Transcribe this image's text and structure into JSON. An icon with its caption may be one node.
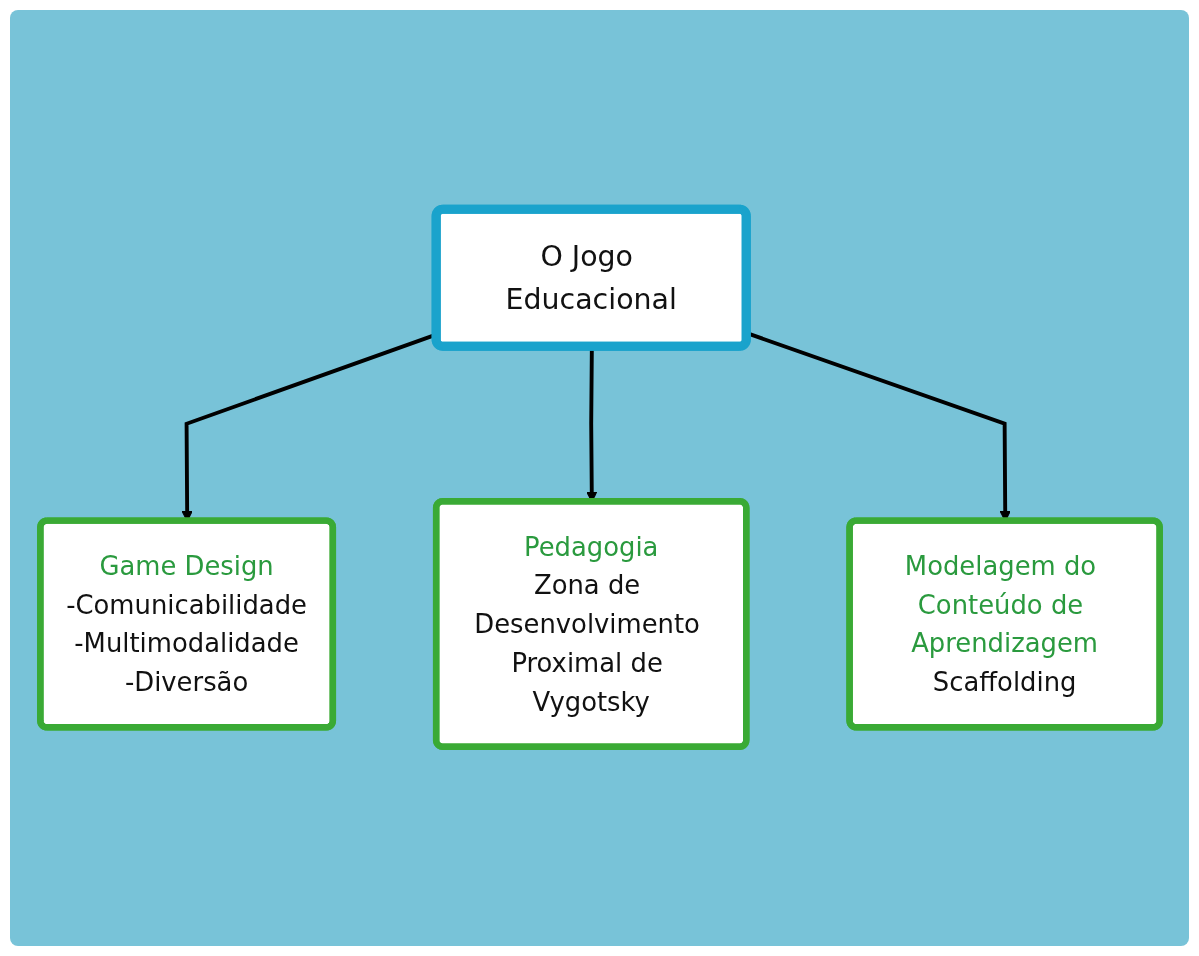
{
  "diagram": {
    "nodes": [
      {
        "text": [
          "O Jogo Educacional"
        ]
      },
      {
        "text": [
          "Game Design",
          "-Comunicabilidade",
          "-Multimodalidade",
          "-Diversão"
        ]
      },
      {
        "text": [
          "Modelagem do Conteúdo de Aprendizagem",
          "Scaffolding"
        ]
      },
      {
        "text": [
          "Pedagogia",
          "Zona de Desenvolvimento Proximal de Vygotsky"
        ]
      }
    ],
    "edges": [
      {
        "from": 0,
        "to": 1,
        "arrow": "to"
      },
      {
        "from": 0,
        "to": 3,
        "arrow": "to"
      },
      {
        "from": 0,
        "to": 2,
        "arrow": "to"
      }
    ]
  }
}
